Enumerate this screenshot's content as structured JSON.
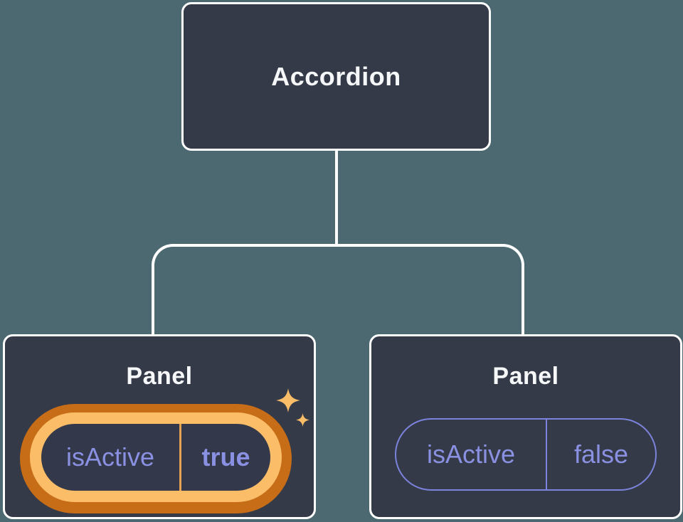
{
  "tree": {
    "root": {
      "label": "Accordion"
    },
    "panels": [
      {
        "title": "Panel",
        "prop_name": "isActive",
        "prop_value": "true",
        "state": "active",
        "highlighted": true
      },
      {
        "title": "Panel",
        "prop_name": "isActive",
        "prop_value": "false",
        "state": "inactive",
        "highlighted": false
      }
    ]
  },
  "colors": {
    "background": "#4C6871",
    "node_fill": "#343A47",
    "node_border": "#FFFFFF",
    "node_text": "#F6F7F9",
    "prop_text": "#8A90E2",
    "prop_border": "#7C83DC",
    "highlight_ring_outer": "#C76D18",
    "highlight_ring_inner": "#FBBD68",
    "highlight_divider": "#E5A253",
    "sparkle": "#FABD68"
  }
}
